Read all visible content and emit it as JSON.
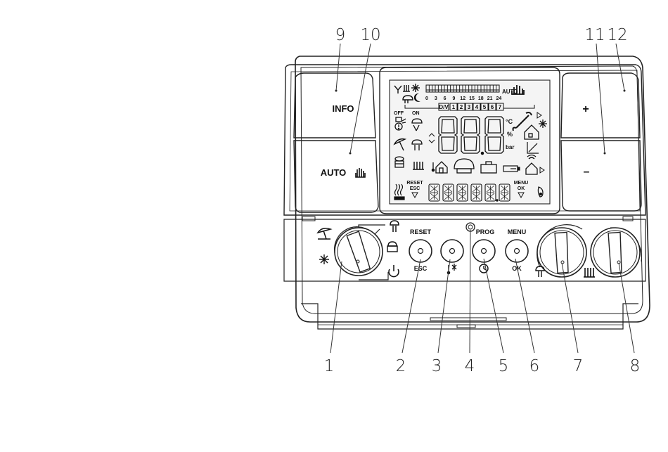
{
  "callouts": {
    "n1": "1",
    "n2": "2",
    "n3": "3",
    "n4": "4",
    "n5": "5",
    "n6": "6",
    "n7": "7",
    "n8": "8",
    "n9": "9",
    "n10": "10",
    "n11": "11",
    "n12": "12"
  },
  "keys": {
    "info": "INFO",
    "auto": "AUTO",
    "plus": "+",
    "minus": "–"
  },
  "buttons": {
    "reset_top": "RESET",
    "reset_bottom": "ESC",
    "prog": "PROG",
    "menu_top": "MENU",
    "menu_bottom": "OK"
  },
  "lcd": {
    "hours": [
      "0",
      "3",
      "6",
      "9",
      "12",
      "15",
      "18",
      "21",
      "24"
    ],
    "days": [
      "D/V",
      "1",
      "2",
      "3",
      "4",
      "5",
      "6",
      "7"
    ],
    "auto": "AUTO",
    "off": "OFF",
    "on": "ON",
    "unit_c": "°C",
    "unit_pct": "%",
    "unit_bar": "bar",
    "reset": "RESET",
    "esc": "ESC",
    "menu": "MENU",
    "ok": "OK"
  },
  "colors": {
    "line": "#222222",
    "lcd_bg": "#f4f4f4",
    "panel": "#ffffff"
  }
}
